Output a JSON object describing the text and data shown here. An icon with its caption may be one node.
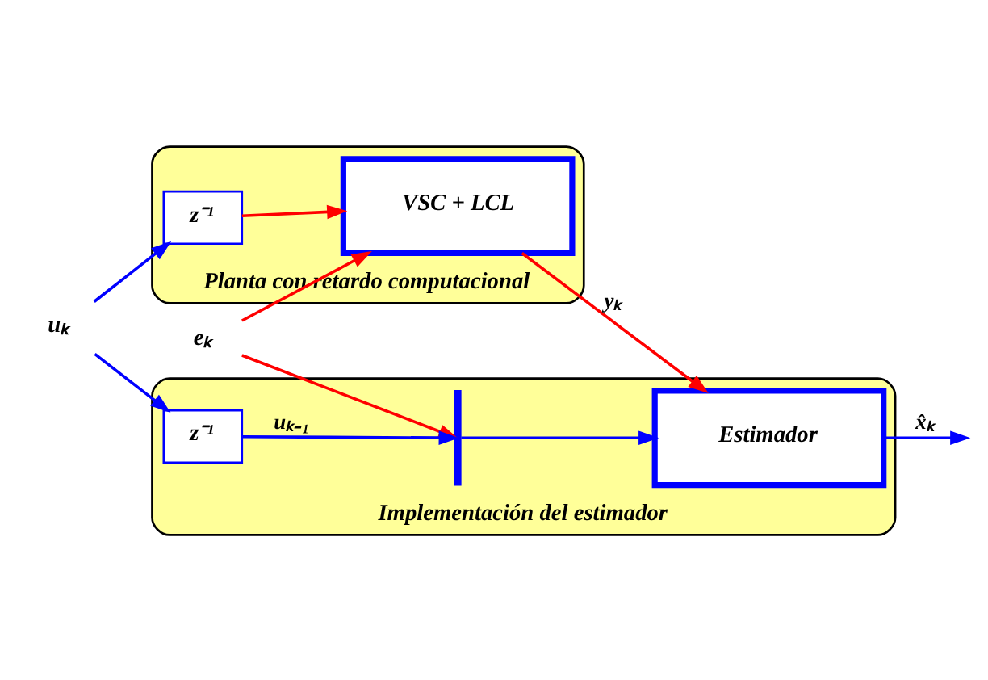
{
  "diagram": {
    "nodes": [
      {
        "text": [
          "eₖ"
        ]
      },
      {
        "text": [
          "uₖ"
        ]
      },
      {
        "text": [
          "Planta con retardo computacional"
        ]
      },
      {
        "text": [
          "z⁻¹"
        ],
        "in": 2
      },
      {
        "text": [
          "VSC + LCL"
        ],
        "in": 2
      },
      {
        "text": [
          "Implementación del estimador"
        ]
      },
      {
        "text": [
          "z⁻¹"
        ],
        "in": 5
      },
      {
        "text": [],
        "shape": "bar",
        "in": 5
      },
      {
        "text": [
          "Estimador"
        ],
        "in": 5
      }
    ],
    "edges": [
      {
        "from": 0,
        "to": 4,
        "arrow": "to",
        "color": "#ff0000"
      },
      {
        "from": 0,
        "to": 7,
        "arrow": "to",
        "color": "#ff0000"
      },
      {
        "from": 1,
        "to": 3,
        "arrow": "to",
        "color": "#0000ff"
      },
      {
        "from": 1,
        "to": 6,
        "arrow": "to",
        "color": "#0000ff"
      },
      {
        "from": 3,
        "to": 4,
        "arrow": "to",
        "color": "#ff0000"
      },
      {
        "from": 6,
        "to": 7,
        "arrow": "to",
        "label": "uₖ₋₁",
        "color": "#0000ff"
      },
      {
        "from": 7,
        "to": 8,
        "arrow": "to",
        "color": "#0000ff"
      },
      {
        "from": 4,
        "to": 8,
        "arrow": "to",
        "label": "yₖ",
        "color": "#ff0000"
      },
      {
        "from": 8,
        "to": null,
        "arrow": "to",
        "label": "x̂ₖ",
        "color": "#0000ff"
      }
    ]
  }
}
